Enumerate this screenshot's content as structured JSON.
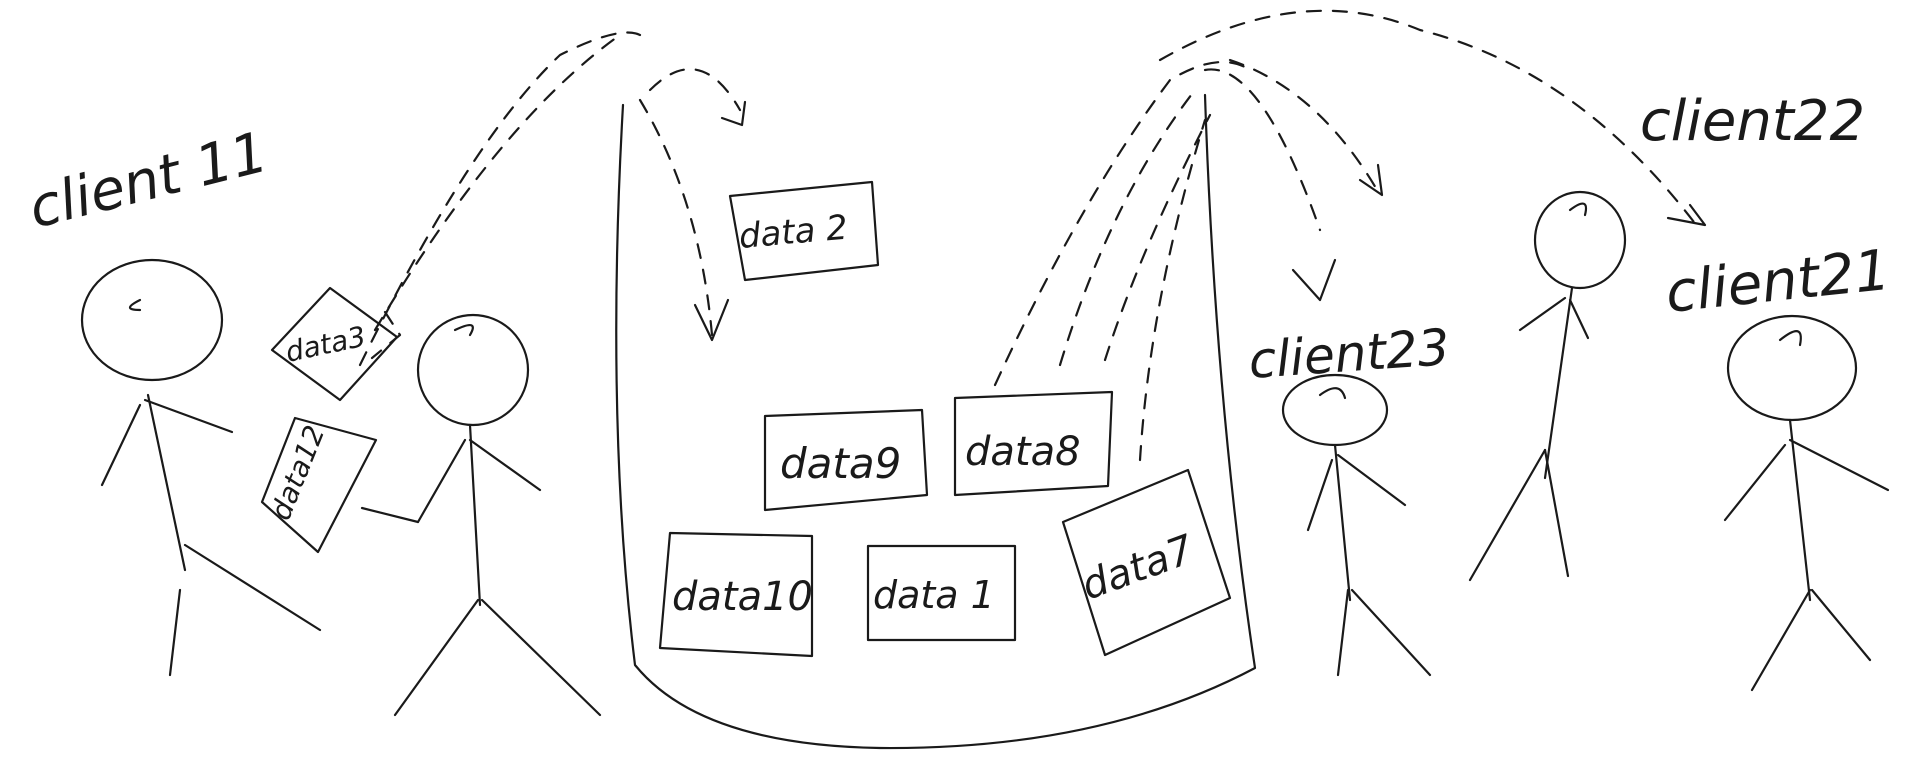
{
  "clients": {
    "c11": "client 11",
    "c22": "client22",
    "c21": "client21",
    "c23": "client23"
  },
  "data_items": {
    "d2": "data 2",
    "d3": "data3",
    "d12": "data12",
    "d9": "data9",
    "d8": "data8",
    "d10": "data10",
    "d1": "data 1",
    "d7": "data7"
  }
}
